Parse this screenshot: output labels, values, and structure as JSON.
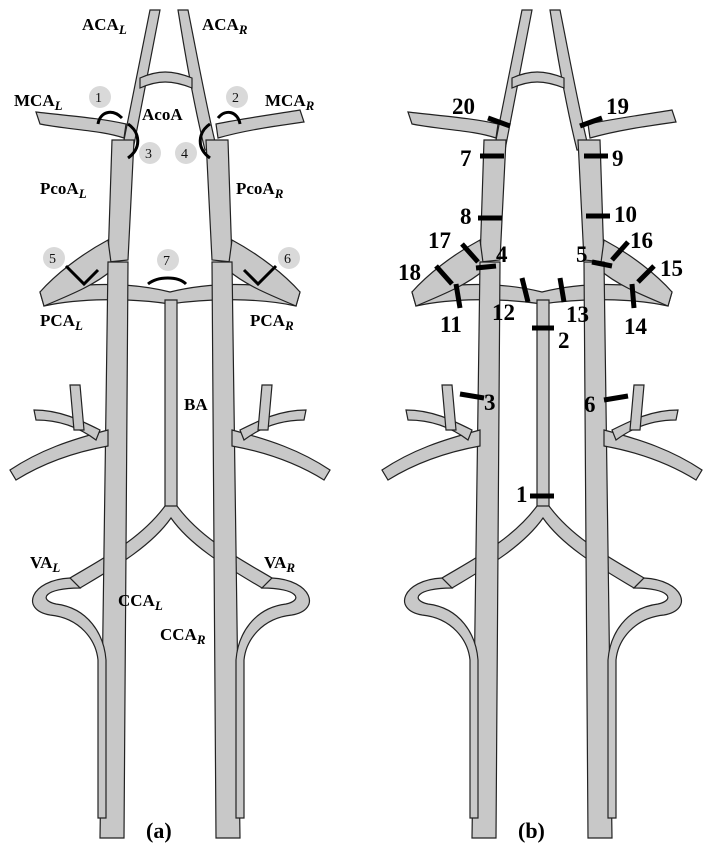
{
  "colors": {
    "vessel_fill": "#c8c8c8",
    "vessel_edge": "#222222",
    "marker": "#000000",
    "circle_fill": "#d9d9d9"
  },
  "panel_a": {
    "caption": "(a)",
    "labels": {
      "aca_l": "ACA",
      "aca_l_sub": "L",
      "aca_r": "ACA",
      "aca_r_sub": "R",
      "mca_l": "MCA",
      "mca_l_sub": "L",
      "mca_r": "MCA",
      "mca_r_sub": "R",
      "acoa": "AcoA",
      "pcoa_l": "PcoA",
      "pcoa_l_sub": "L",
      "pcoa_r": "PcoA",
      "pcoa_r_sub": "R",
      "pca_l": "PCA",
      "pca_l_sub": "L",
      "pca_r": "PCA",
      "pca_r_sub": "R",
      "ba": "BA",
      "va_l": "VA",
      "va_l_sub": "L",
      "va_r": "VA",
      "va_r_sub": "R",
      "cca_l": "CCA",
      "cca_l_sub": "L",
      "cca_r": "CCA",
      "cca_r_sub": "R"
    },
    "junction_numbers": [
      "1",
      "2",
      "3",
      "4",
      "5",
      "6",
      "7"
    ]
  },
  "panel_b": {
    "caption": "(b)",
    "segment_numbers": [
      "1",
      "2",
      "3",
      "4",
      "5",
      "6",
      "7",
      "8",
      "9",
      "10",
      "11",
      "12",
      "13",
      "14",
      "15",
      "16",
      "17",
      "18",
      "19",
      "20"
    ]
  }
}
